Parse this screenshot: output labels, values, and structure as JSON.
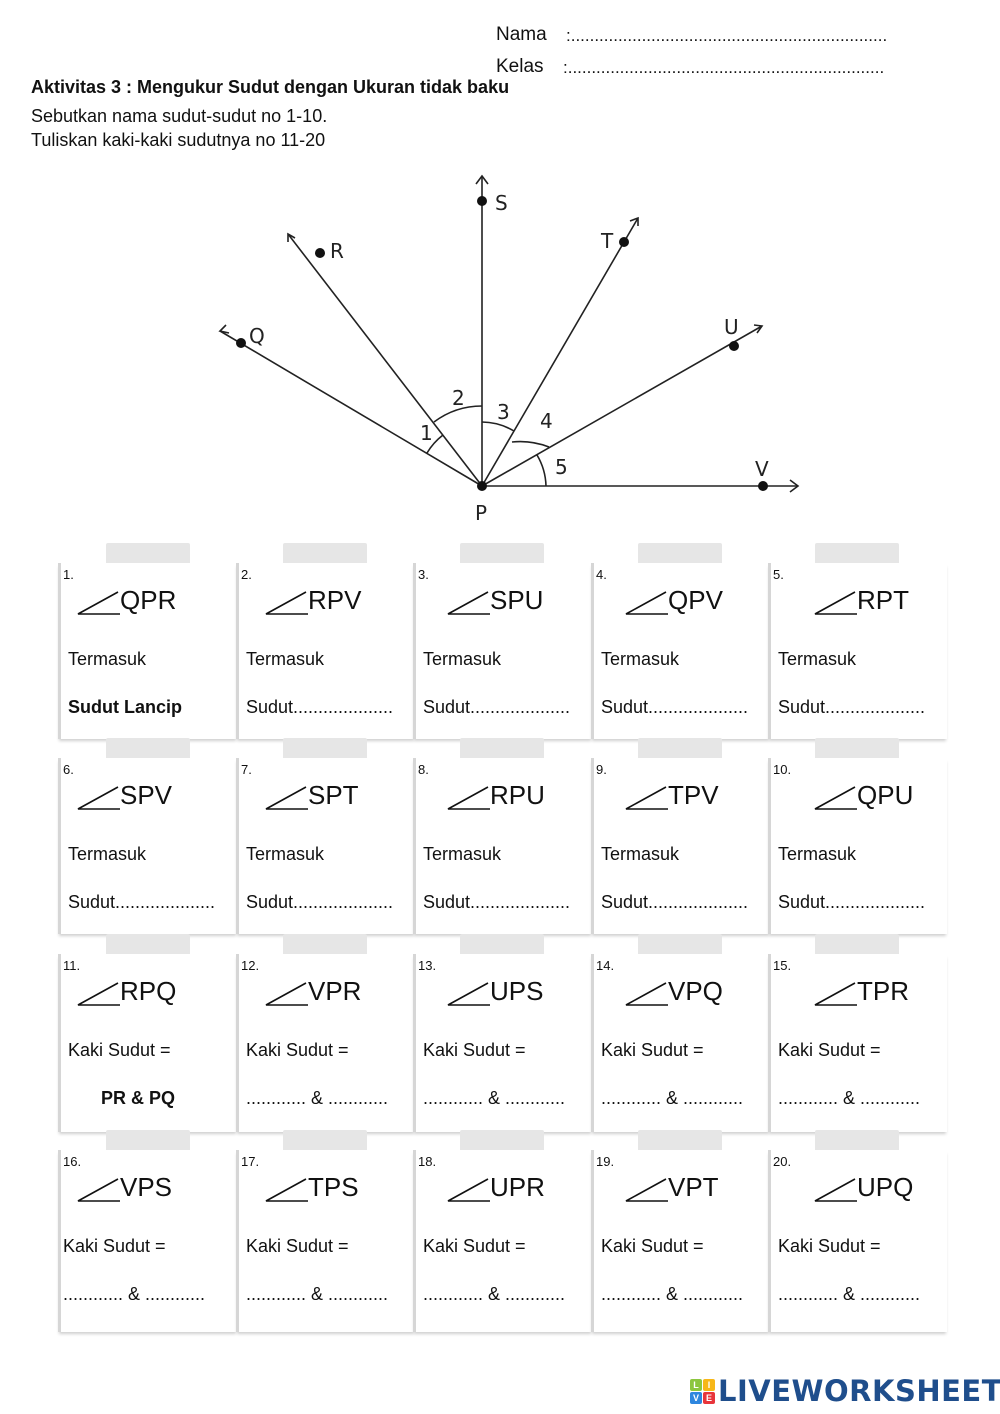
{
  "header": {
    "name_label": "Nama",
    "name_value": ":...................................................................",
    "class_label": "Kelas",
    "class_value": ":...................................................................",
    "title": "Aktivitas 3 : Mengukur Sudut dengan Ukuran tidak baku",
    "instruction_1": "Sebutkan nama sudut-sudut no 1-10.",
    "instruction_2": "Tuliskan kaki-kaki sudutnya no 11-20"
  },
  "diagram": {
    "vertex_label": "P",
    "point_labels": [
      "Q",
      "R",
      "S",
      "T",
      "U",
      "V"
    ],
    "angle_labels": [
      "1",
      "2",
      "3",
      "4",
      "5"
    ]
  },
  "cards": [
    {
      "num": "1.",
      "angle": "QPR",
      "line1": "Termasuk",
      "line2": "Sudut  Lancip",
      "answered": true
    },
    {
      "num": "2.",
      "angle": "RPV",
      "line1": "Termasuk",
      "line2": "Sudut....................",
      "answered": false
    },
    {
      "num": "3.",
      "angle": "SPU",
      "line1": "Termasuk",
      "line2": "Sudut....................",
      "answered": false
    },
    {
      "num": "4.",
      "angle": "QPV",
      "line1": "Termasuk",
      "line2": "Sudut....................",
      "answered": false
    },
    {
      "num": "5.",
      "angle": "RPT",
      "line1": "Termasuk",
      "line2": "Sudut....................",
      "answered": false
    },
    {
      "num": "6.",
      "angle": "SPV",
      "line1": "Termasuk",
      "line2": "Sudut....................",
      "answered": false
    },
    {
      "num": "7.",
      "angle": "SPT",
      "line1": "Termasuk",
      "line2": "Sudut....................",
      "answered": false
    },
    {
      "num": "8.",
      "angle": "RPU",
      "line1": "Termasuk",
      "line2": "Sudut....................",
      "answered": false
    },
    {
      "num": "9.",
      "angle": "TPV",
      "line1": "Termasuk",
      "line2": "Sudut....................",
      "answered": false
    },
    {
      "num": "10.",
      "angle": "QPU",
      "line1": "Termasuk",
      "line2": "Sudut....................",
      "answered": false
    },
    {
      "num": "11.",
      "angle": "RPQ",
      "line1": "Kaki Sudut =",
      "line2": "PR & PQ",
      "answered": true
    },
    {
      "num": "12.",
      "angle": "VPR",
      "line1": "Kaki Sudut =",
      "line2": "............ & ............",
      "answered": false
    },
    {
      "num": "13.",
      "angle": "UPS",
      "line1": "Kaki Sudut =",
      "line2": "............ & ............",
      "answered": false
    },
    {
      "num": "14.",
      "angle": "VPQ",
      "line1": "Kaki Sudut =",
      "line2": "............ & ............",
      "answered": false
    },
    {
      "num": "15.",
      "angle": "TPR",
      "line1": "Kaki Sudut =",
      "line2": "............ & ............",
      "answered": false
    },
    {
      "num": "16.",
      "angle": "VPS",
      "line1": "Kaki Sudut =",
      "line2": "............ & ............",
      "answered": false
    },
    {
      "num": "17.",
      "angle": "TPS",
      "line1": "Kaki Sudut =",
      "line2": "............ & ............",
      "answered": false
    },
    {
      "num": "18.",
      "angle": "UPR",
      "line1": "Kaki Sudut =",
      "line2": "............ & ............",
      "answered": false
    },
    {
      "num": "19.",
      "angle": "VPT",
      "line1": "Kaki Sudut =",
      "line2": "............ & ............",
      "answered": false
    },
    {
      "num": "20.",
      "angle": "UPQ",
      "line1": "Kaki Sudut =",
      "line2": "............ & ............",
      "answered": false
    }
  ],
  "footer": {
    "logo_blocks": [
      "L",
      "I",
      "V",
      "E"
    ],
    "logo_block_colors": [
      "#8cc63f",
      "#f7b718",
      "#2e86de",
      "#e8353b"
    ],
    "logo_text": "LIVEWORKSHEETS",
    "logo_color": "#1f4e8c"
  }
}
